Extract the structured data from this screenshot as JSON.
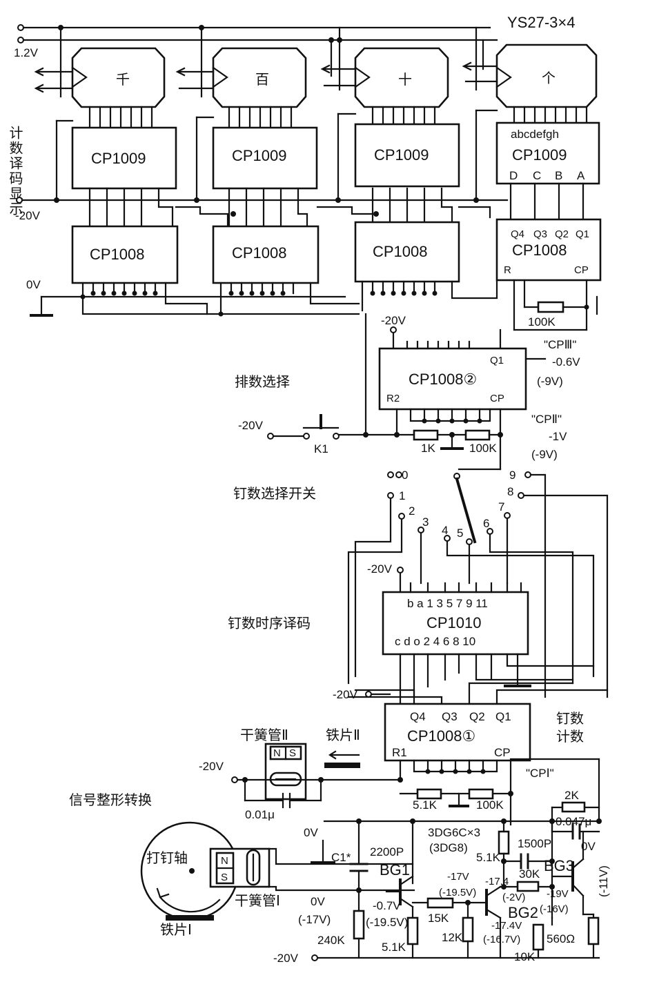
{
  "title": "YS27-3×4",
  "displays": [
    "千",
    "百",
    "十",
    "个"
  ],
  "decoder_chip": "CP1009",
  "decoder_pins": "abcdefgh",
  "decoder_inputs": [
    "D",
    "C",
    "B",
    "A"
  ],
  "counter_chip": "CP1008",
  "counter_pins": [
    "Q4",
    "Q3",
    "Q2",
    "Q1"
  ],
  "counter_r": "R",
  "counter_cp": "CP",
  "side_label_display": "计数译码显示",
  "rail_labels": {
    "v12": "1.2V",
    "vm20": "-20V",
    "v0": "0V"
  },
  "r100k": "100K",
  "r1k": "1K",
  "r51k": "5.1K",
  "paishu": {
    "label": "排数选择",
    "chip": "CP1008②",
    "q1": "Q1",
    "r2": "R2",
    "cp": "CP",
    "vm20": "-20V",
    "cp3": "\"CPⅢ\"",
    "v06": "-0.6V",
    "v9a": "(-9V)",
    "cp2": "\"CPⅡ\"",
    "v1": "-1V",
    "v9b": "(-9V)",
    "switch": "K1"
  },
  "selector": {
    "label": "钉数选择开关",
    "positions": [
      "0",
      "1",
      "2",
      "3",
      "4",
      "5",
      "6",
      "7",
      "8",
      "9"
    ]
  },
  "timing": {
    "label": "钉数时序译码",
    "chip": "CP1010",
    "top_pins": "b a 1 3 5 7 9 11",
    "bottom_pins": "c d o 2 4 6 8 10",
    "vm20": "-20V"
  },
  "counting": {
    "label1": "钉数",
    "label2": "计数",
    "chip": "CP1008①",
    "pins": [
      "Q4",
      "Q3",
      "Q2",
      "Q1"
    ],
    "r1": "R1",
    "cp": "CP",
    "cp1": "\"CPⅠ\"",
    "vm20": "-20V"
  },
  "reed2": {
    "label": "干簧管Ⅱ",
    "iron": "铁片Ⅱ",
    "n": "N",
    "s": "S",
    "vm20": "-20V",
    "cap": "0.01μ"
  },
  "shaper": {
    "label": "信号整形转换",
    "shaft": "打钉轴",
    "reed1": "干簧管Ⅰ",
    "iron1": "铁片Ⅰ",
    "n": "N",
    "s": "S",
    "v0a": "0V",
    "v0b": "0V",
    "v17": "(-17V)",
    "c1": "C1*",
    "c2200": "2200P",
    "bg1": "BG1",
    "r240k": "240K",
    "vm20": "-20V",
    "v07": "-0.7V",
    "v195": "(-19.5V)",
    "r51k": "5.1K",
    "r15k": "15K",
    "r12k": "12K",
    "transistors": "3DG6C×3",
    "transistors2": "(3DG8)",
    "r51kb": "5.1K",
    "c1500": "1500P",
    "v17b": "-17V",
    "v195b": "(-19.5V)",
    "v174": "-17.4",
    "v2": "(-2V)",
    "bg2": "BG2",
    "v174b": "-17.4V",
    "v167": "(-16.7V)",
    "r30k": "30K",
    "bg3": "BG3",
    "v19": "-19V",
    "v16": "(-16V)",
    "r560": "560Ω",
    "r10k": "10K",
    "r2k": "2K",
    "c047": "0.047μ",
    "v0c": "0V",
    "v11": "(-11V)"
  }
}
